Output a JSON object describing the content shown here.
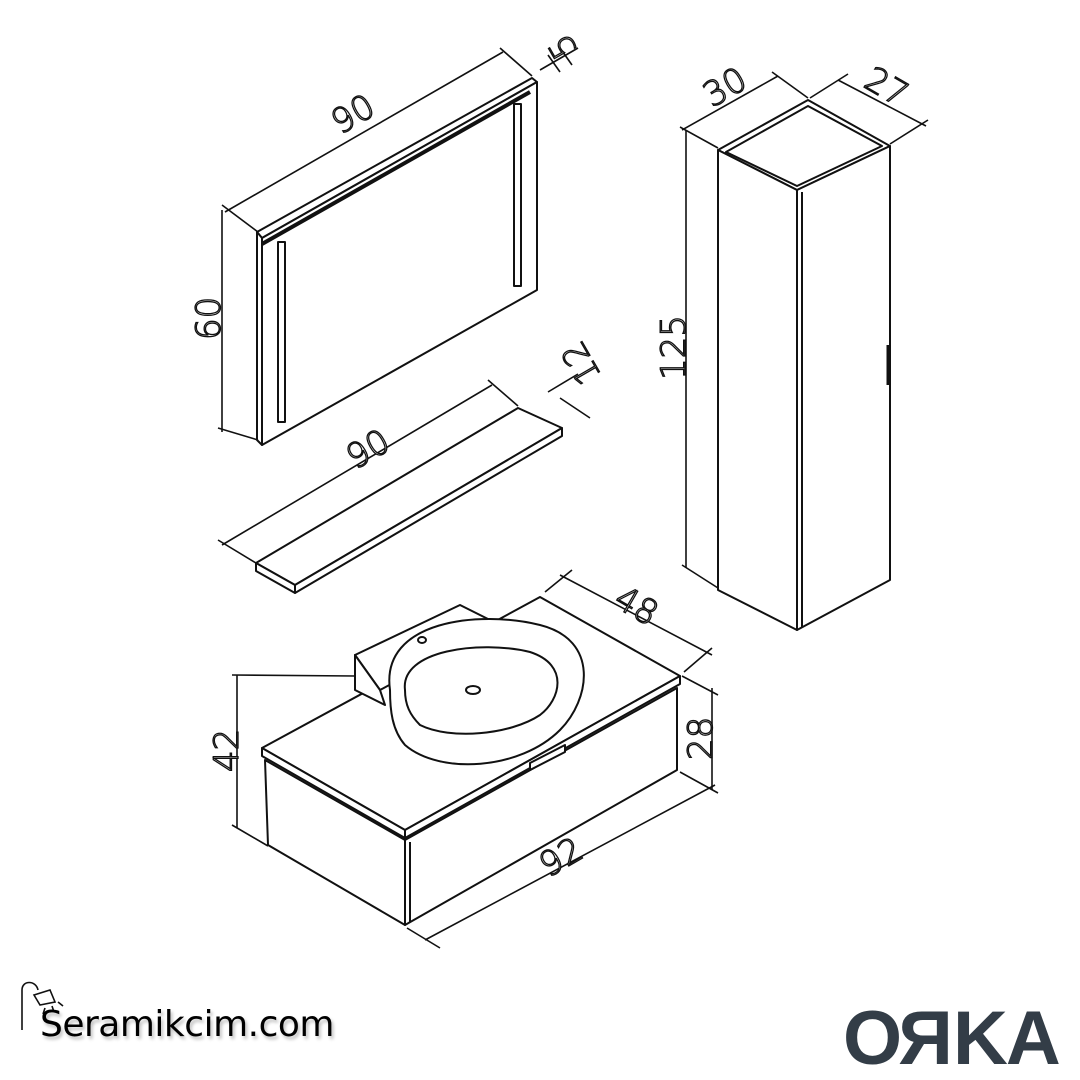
{
  "dimensions": {
    "mirror_width": "90",
    "mirror_depth": "5",
    "mirror_height": "60",
    "shelf_width": "90",
    "shelf_depth": "12",
    "tall_cabinet_width": "30",
    "tall_cabinet_depth": "27",
    "tall_cabinet_height": "125",
    "vanity_depth": "48",
    "vanity_total_height": "42",
    "vanity_body_height": "28",
    "vanity_width": "92"
  },
  "branding": {
    "site_logo": "Seramikcim.com",
    "manufacturer_logo": "ORKA"
  },
  "colors": {
    "line": "#111111",
    "manufacturer_logo": "#333d47"
  }
}
